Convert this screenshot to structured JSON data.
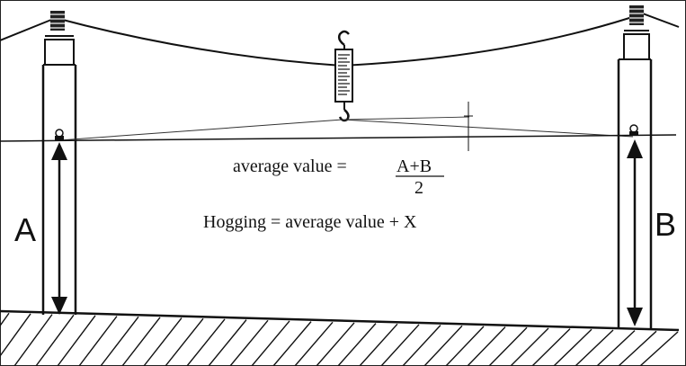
{
  "diagram": {
    "labels": {
      "left_pole": "A",
      "right_pole": "B"
    },
    "formula": {
      "lhs": "average value =",
      "numerator": "A+B",
      "denominator": "2",
      "hogging": "Hogging = average value + X"
    }
  }
}
